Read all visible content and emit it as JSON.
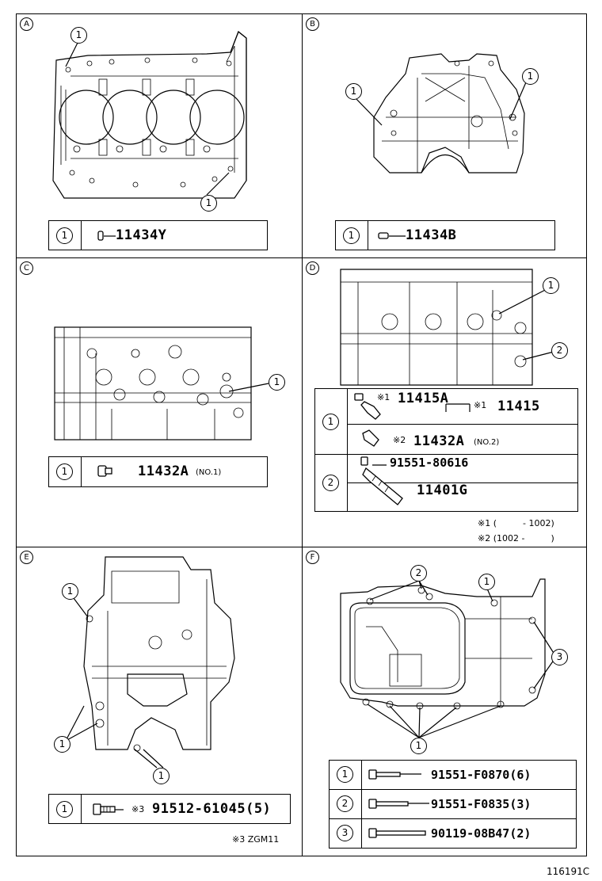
{
  "figure_id": "116191C",
  "panels": {
    "A": {
      "letter": "A",
      "callouts": [
        "1",
        "1"
      ],
      "table": [
        {
          "num": "1",
          "part": "11434Y"
        }
      ]
    },
    "B": {
      "letter": "B",
      "callouts": [
        "1",
        "1"
      ],
      "table": [
        {
          "num": "1",
          "part": "11434B"
        }
      ]
    },
    "C": {
      "letter": "C",
      "callouts": [
        "1"
      ],
      "table": [
        {
          "num": "1",
          "part": "11432A",
          "note": "(NO.1)"
        }
      ]
    },
    "D": {
      "letter": "D",
      "callouts": [
        "1",
        "2"
      ],
      "table_rows": [
        {
          "num": "1",
          "items": [
            {
              "mark": "※1",
              "part": "11415A"
            },
            {
              "mark": "※1",
              "part": "11415"
            },
            {
              "mark": "※2",
              "part": "11432A",
              "note": "(NO.2)"
            }
          ]
        },
        {
          "num": "2",
          "items": [
            {
              "part": "91551-80616"
            },
            {
              "part": "11401G"
            }
          ]
        }
      ],
      "footnotes": [
        "※1 (　　　- 1002)",
        "※2 (1002 -　　　)"
      ]
    },
    "E": {
      "letter": "E",
      "callouts": [
        "1",
        "1",
        "1"
      ],
      "table": [
        {
          "num": "1",
          "mark": "※3",
          "part": "91512-61045(5)"
        }
      ],
      "footnote": "※3 ZGM11"
    },
    "F": {
      "letter": "F",
      "callouts": [
        "2",
        "1",
        "3",
        "1"
      ],
      "table": [
        {
          "num": "1",
          "part": "91551-F0870(6)"
        },
        {
          "num": "2",
          "part": "91551-F0835(3)"
        },
        {
          "num": "3",
          "part": "90119-08B47(2)"
        }
      ]
    }
  }
}
